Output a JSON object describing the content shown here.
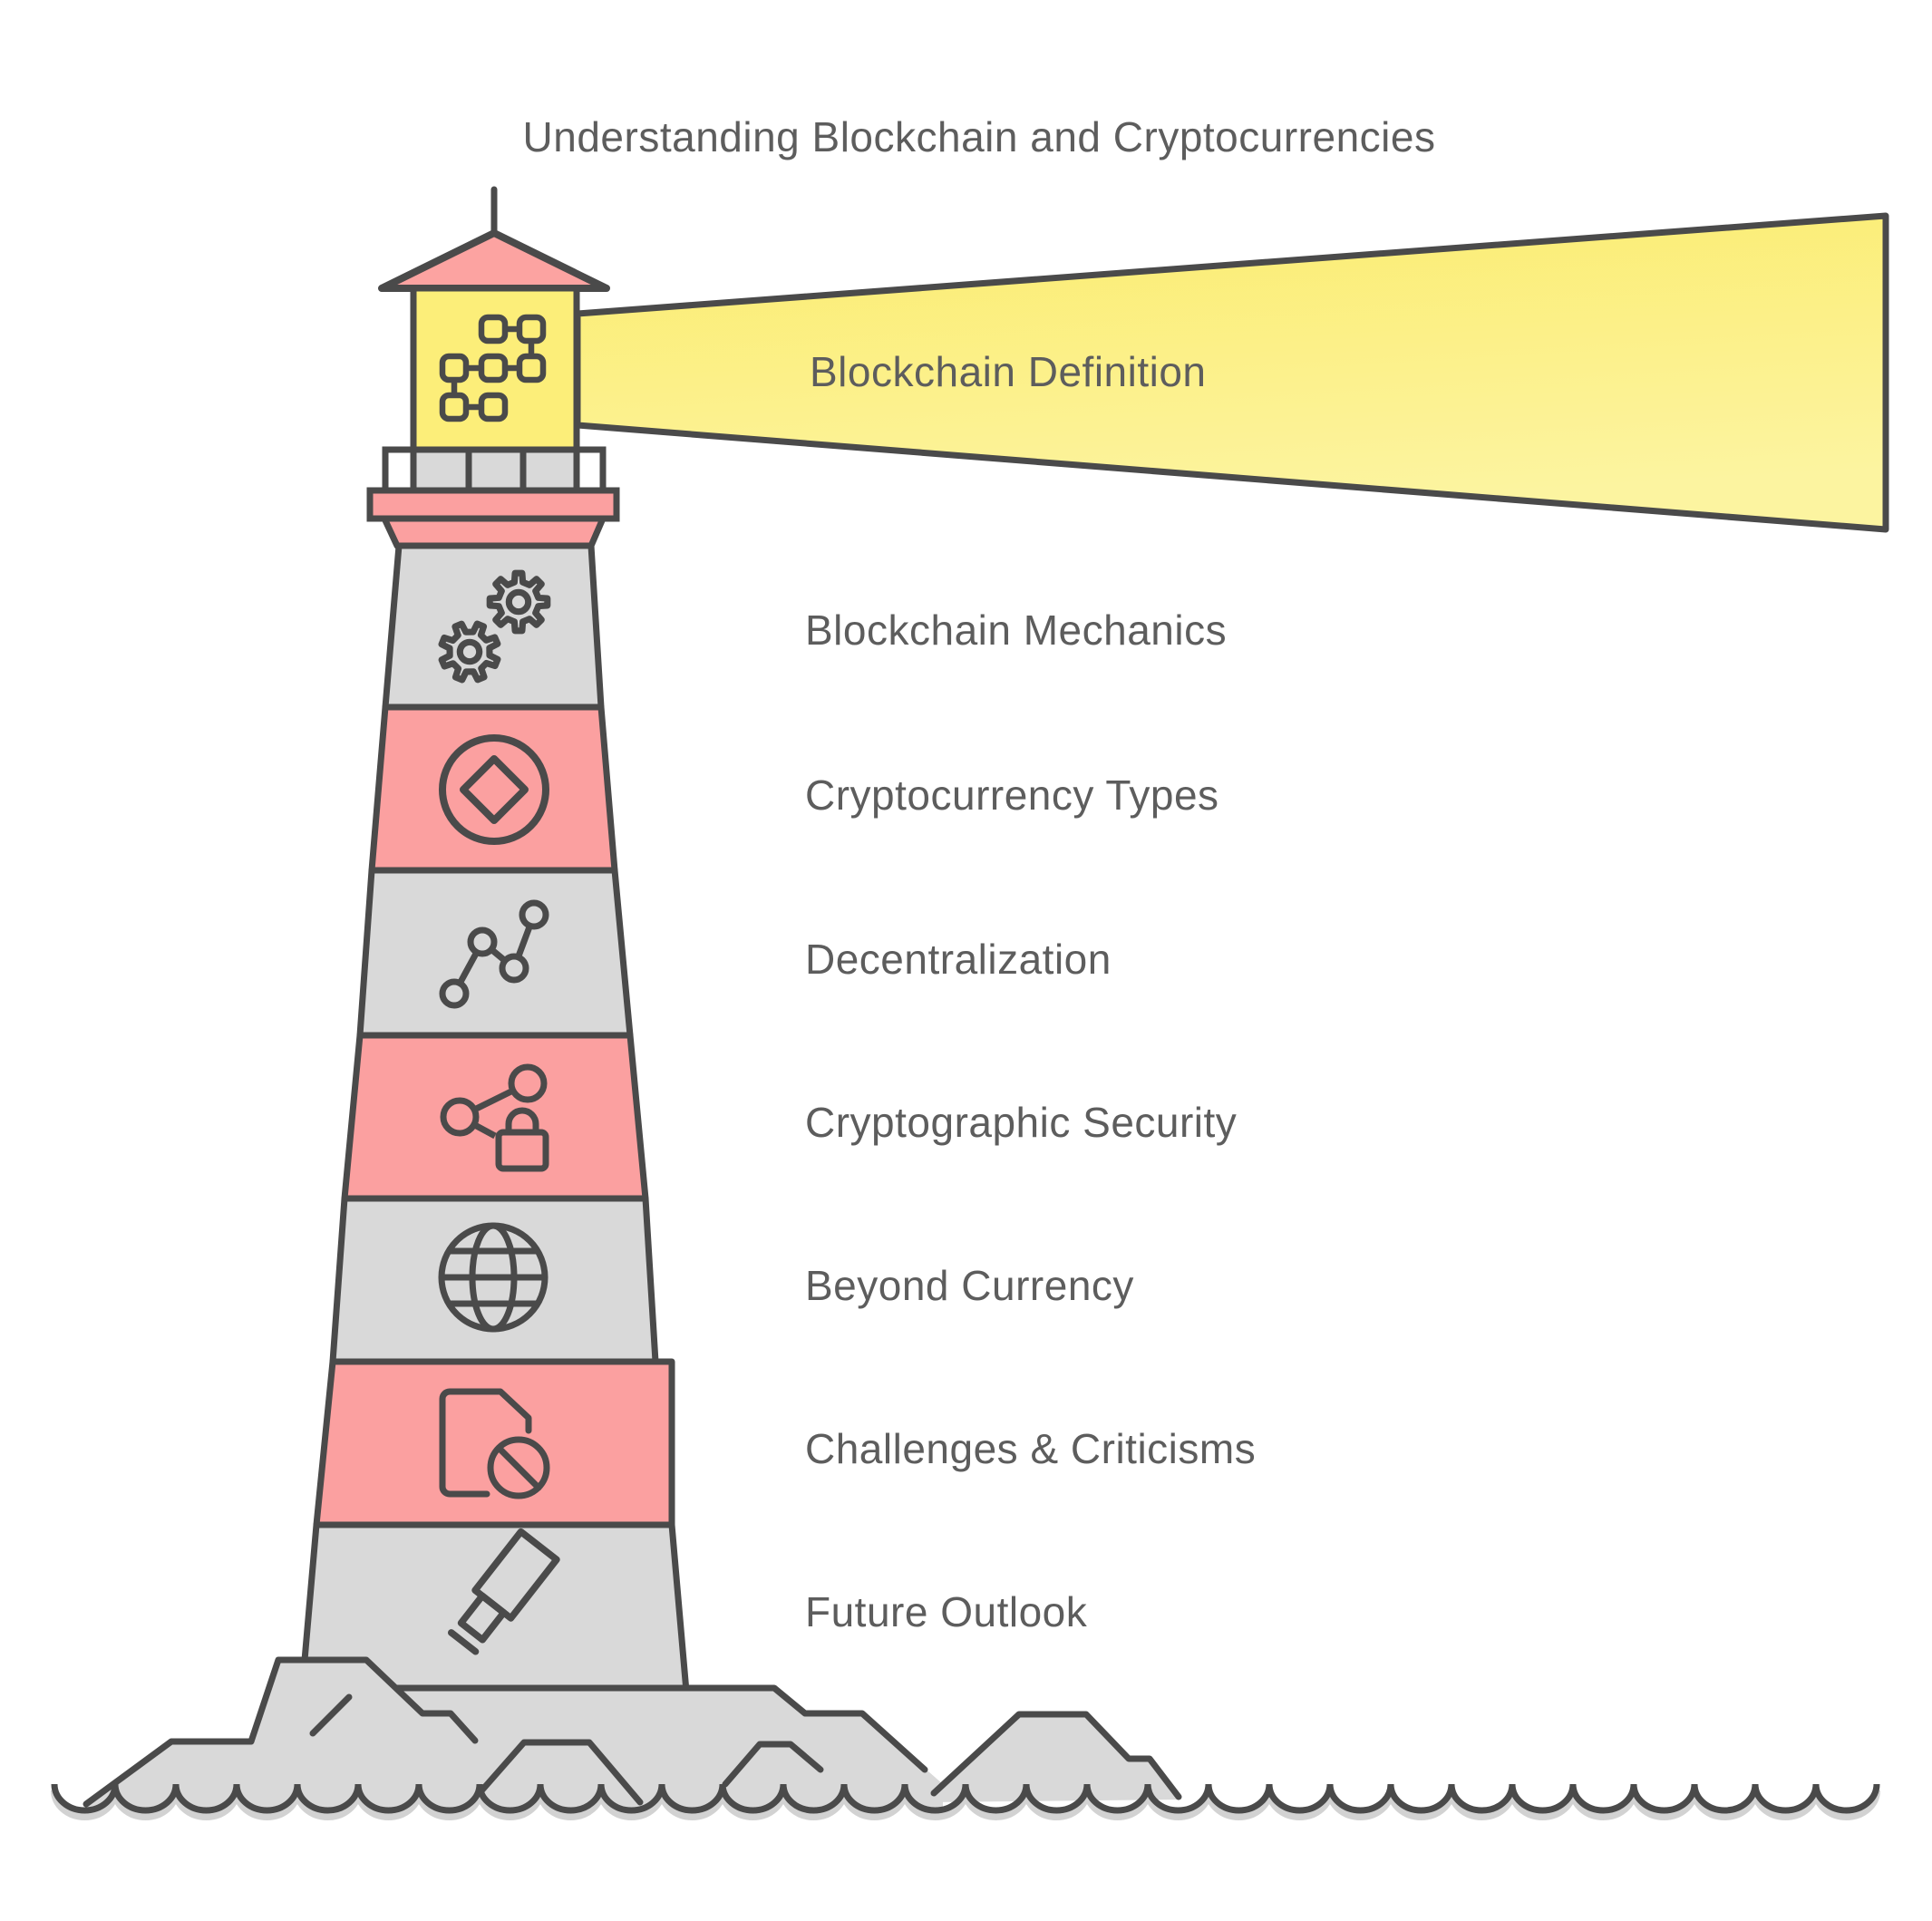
{
  "title": "Understanding Blockchain and Cryptocurrencies",
  "beam": {
    "label": "Blockchain Definition",
    "icon": "blockchain-blocks-icon"
  },
  "sections": [
    {
      "label": "Blockchain Mechanics",
      "icon": "gears-icon"
    },
    {
      "label": "Cryptocurrency Types",
      "icon": "coin-icon"
    },
    {
      "label": "Decentralization",
      "icon": "network-nodes-icon"
    },
    {
      "label": "Cryptographic Security",
      "icon": "share-lock-icon"
    },
    {
      "label": "Beyond Currency",
      "icon": "globe-icon"
    },
    {
      "label": "Challenges & Criticisms",
      "icon": "document-restricted-icon"
    },
    {
      "label": "Future Outlook",
      "icon": "telescope-icon"
    }
  ],
  "colors": {
    "outline": "#4A4A4A",
    "tower_gray": "#D9D9D9",
    "stripe_pink": "#FBA0A0",
    "lantern_yellow": "#FCEE79",
    "beam_yellow_top": "#FBEC6E",
    "beam_yellow_bottom": "#FCF4A0",
    "text_gray": "#5D5D5D"
  }
}
